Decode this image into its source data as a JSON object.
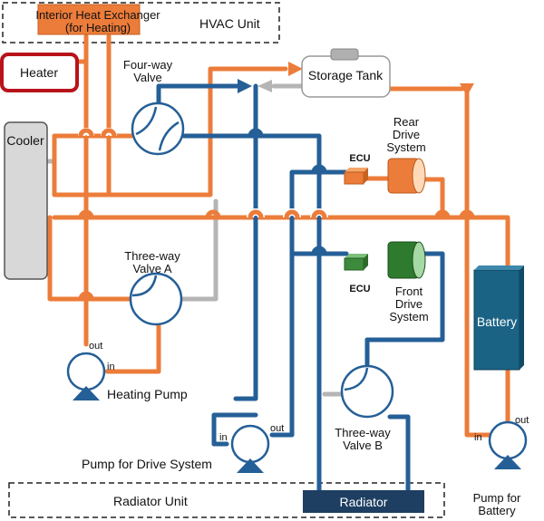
{
  "colors": {
    "hot_line": "#ec7c3a",
    "cold_line": "#255f97",
    "bypass_line": "#b5b5b5",
    "heater_border": "#b8131b",
    "exchanger_fill": "#ec7c3a",
    "radiator_fill": "#1e3f62",
    "battery_fill": "#1a6385",
    "ecu_rear": "#ec7c3a",
    "ecu_front": "#3d8a3d",
    "motor_rear": "#ec7c3a",
    "motor_front": "#2e7a2e"
  },
  "labels": {
    "exchanger_line1": "Interior Heat Exchanger",
    "exchanger_line2": "(for Heating)",
    "hvac_unit": "HVAC Unit",
    "heater": "Heater",
    "four_way_line1": "Four-way",
    "four_way_line2": "Valve",
    "storage_tank": "Storage Tank",
    "cooler": "Cooler",
    "rear_line1": "Rear",
    "rear_line2": "Drive",
    "rear_line3": "System",
    "ecu_rear": "ECU",
    "ecu_front": "ECU",
    "front_line1": "Front",
    "front_line2": "Drive",
    "front_line3": "System",
    "three_way_a_line1": "Three-way",
    "three_way_a_line2": "Valve A",
    "battery": "Battery",
    "heating_pump_out": "out",
    "heating_pump_in": "in",
    "heating_pump": "Heating Pump",
    "drive_pump_in": "in",
    "drive_pump_out": "out",
    "drive_pump": "Pump for Drive System",
    "three_way_b_line1": "Three-way",
    "three_way_b_line2": "Valve B",
    "battery_pump_out": "out",
    "battery_pump_in": "in",
    "battery_pump_line1": "Pump for",
    "battery_pump_line2": "Battery",
    "radiator_unit": "Radiator Unit",
    "radiator": "Radiator"
  }
}
